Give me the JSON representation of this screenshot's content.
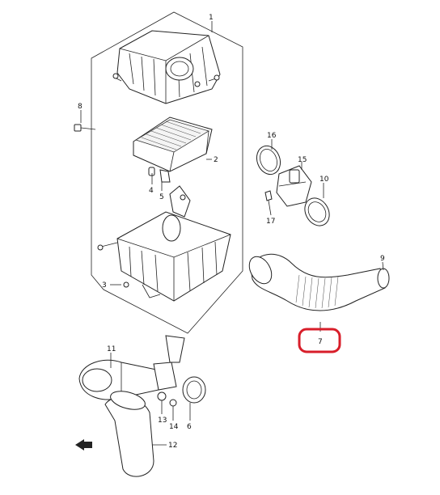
{
  "callouts": [
    {
      "id": "c1",
      "label": "1"
    },
    {
      "id": "c2",
      "label": "2"
    },
    {
      "id": "c3",
      "label": "3"
    },
    {
      "id": "c4",
      "label": "4"
    },
    {
      "id": "c5",
      "label": "5"
    },
    {
      "id": "c6",
      "label": "6"
    },
    {
      "id": "c7",
      "label": "7"
    },
    {
      "id": "c8",
      "label": "8"
    },
    {
      "id": "c9",
      "label": "9"
    },
    {
      "id": "c10",
      "label": "10"
    },
    {
      "id": "c11",
      "label": "11"
    },
    {
      "id": "c12",
      "label": "12"
    },
    {
      "id": "c13",
      "label": "13"
    },
    {
      "id": "c14",
      "label": "14"
    },
    {
      "id": "c15",
      "label": "15"
    },
    {
      "id": "c16",
      "label": "16"
    },
    {
      "id": "c17",
      "label": "17"
    }
  ],
  "highlight": {
    "target": "7",
    "color": "#d81e2a"
  },
  "colors": {
    "line": "#222222",
    "highlight": "#d81e2a",
    "background": "#ffffff"
  },
  "icons": {
    "front_arrow": "front-arrow-icon"
  }
}
